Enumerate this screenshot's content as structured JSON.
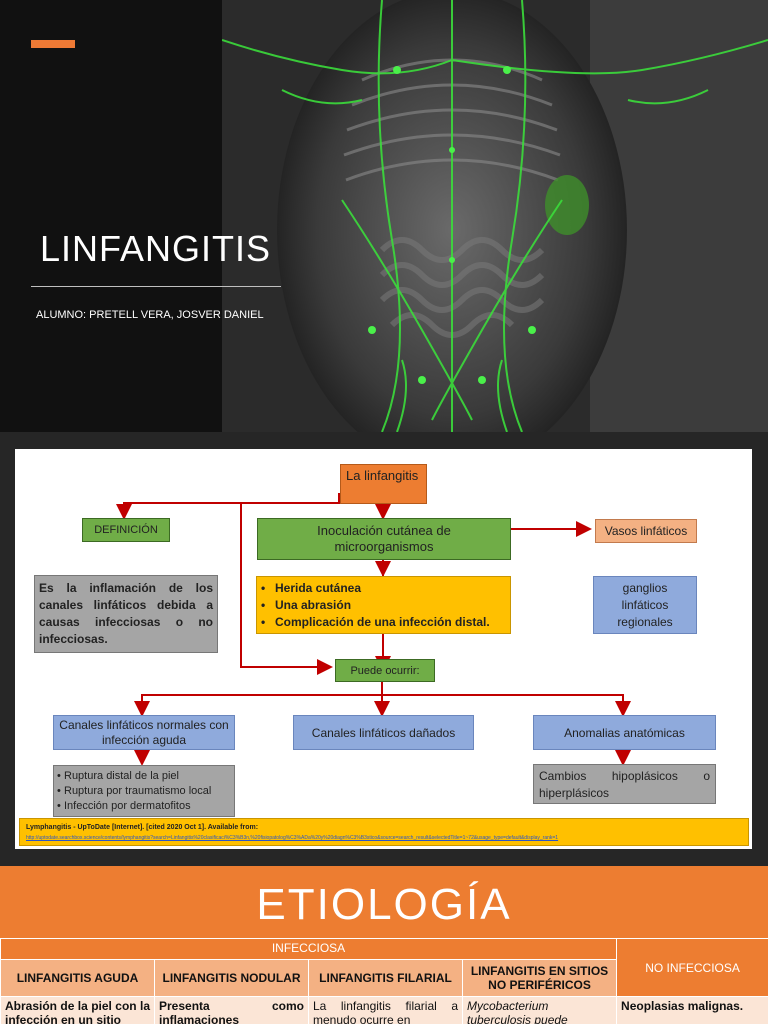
{
  "slide1": {
    "title": "LINFANGITIS",
    "subtitle": "ALUMNO: PRETELL VERA, JOSVER DANIEL"
  },
  "diagram": {
    "root": "La linfangitis",
    "definicion_label": "DEFINICIÓN",
    "definicion_text": "Es la inflamación de los canales linfáticos debida a causas infecciosas o no infecciosas.",
    "inoculacion": "Inoculación cutánea de microorganismos",
    "causes": [
      "Herida cutánea",
      "Una abrasión",
      "Complicación de una infección distal."
    ],
    "vasos": "Vasos linfáticos",
    "ganglios": "ganglios linfáticos regionales",
    "puede_ocurrir": "Puede ocurrir:",
    "canales_normales": "Canales linfáticos normales con infección aguda",
    "canales_normales_items": [
      "Ruptura distal de la piel",
      "Ruptura por traumatismo local",
      "Infección por dermatofitos"
    ],
    "canales_danados": "Canales linfáticos dañados",
    "anomalias": "Anomalias anatómicas",
    "anomalias_text": "Cambios hipoplásicos o hiperplásicos",
    "reference": "Lymphangitis - UpToDate [Internet]. [cited 2020 Oct 1]. Available from:",
    "reference_url": "http://uptodate.searchbox.science/contents/lymphangitis?search=Linfangitis%20clasificaci%C3%B3n,%20fisiopatolog%C3%ADa%20y%20diagn%C3%B3stico&source=search_result&selectedTitle=1~72&usage_type=default&display_rank=1"
  },
  "slide3": {
    "title": "ETIOLOGÍA",
    "infecciosa": "INFECCIOSA",
    "no_infecciosa": "NO INFECCIOSA",
    "columns": [
      "LINFANGITIS AGUDA",
      "LINFANGITIS NODULAR",
      "LINFANGITIS FILARIAL",
      "LINFANGITIS EN SITIOS NO PERIFÉRICOS"
    ],
    "row": [
      "Abrasión de la piel con la infección en un sitio",
      "Presenta como inflamaciones",
      "La linfangitis filarial a menudo ocurre en",
      "Mycobacterium tuberculosis puede",
      "Neoplasias malignas."
    ]
  },
  "colors": {
    "accent": "#ed7d31",
    "green": "#70ad47",
    "blue": "#8faadc",
    "yellow": "#ffc000",
    "arrow": "#c00000"
  }
}
